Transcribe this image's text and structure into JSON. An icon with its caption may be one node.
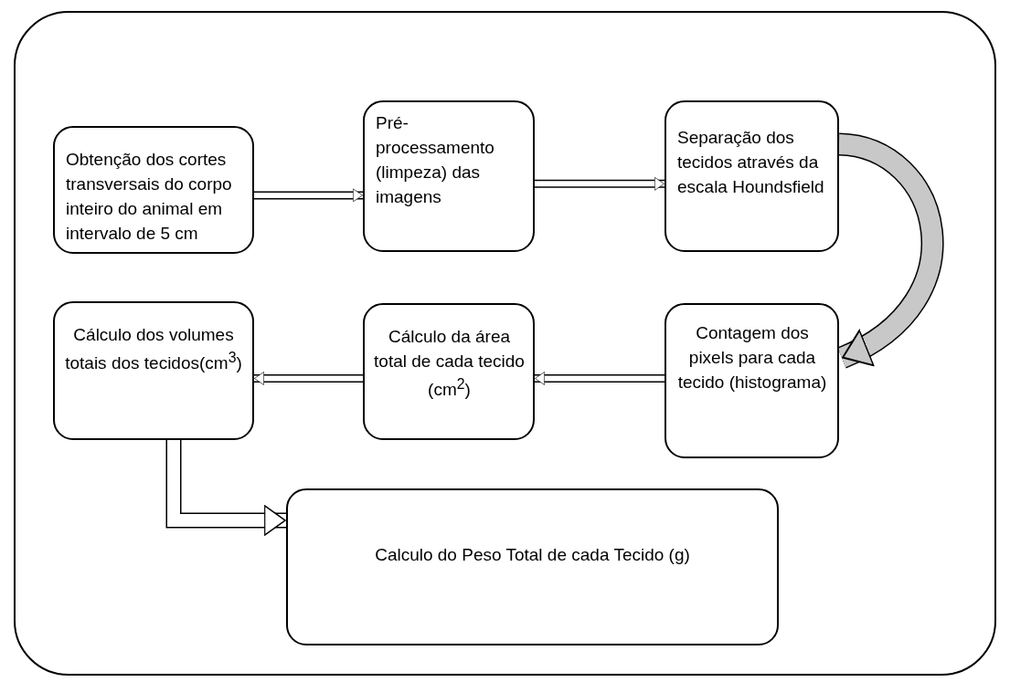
{
  "diagram": {
    "nodes": [
      {
        "text": [],
        "shape": "box"
      },
      {
        "text": [
          "Obtenção dos cortes transversais do corpo inteiro do animal em intervalo de 5 cm"
        ],
        "in": 0
      },
      {
        "text": [
          "Pré-processamento (limpeza) das imagens"
        ],
        "in": 0
      },
      {
        "text": [
          "Separação dos tecidos através da escala Houndsfield"
        ],
        "in": 0
      },
      {
        "text": [
          "Contagem dos pixels para cada tecido (histograma)"
        ],
        "in": 0
      },
      {
        "text": [
          "Cálculo da área total de cada tecido (cm$^{2}$)"
        ],
        "in": 0
      },
      {
        "text": [
          "Cálculo dos volumes totais dos tecidos(cm$^{3}$)"
        ],
        "in": 0
      },
      {
        "text": [
          "Calculo do Peso Total de cada Tecido (g)"
        ],
        "in": 0
      }
    ],
    "edges": [
      {
        "from": 1,
        "to": 2,
        "arrow": "to"
      },
      {
        "from": 2,
        "to": 3,
        "arrow": "to"
      },
      {
        "from": 3,
        "to": 4,
        "arrow": "to",
        "style": "thick",
        "color": "#c8c8c8"
      },
      {
        "from": 4,
        "to": 5,
        "arrow": "to"
      },
      {
        "from": 5,
        "to": 6,
        "arrow": "to"
      },
      {
        "from": 6,
        "to": 7,
        "arrow": "to",
        "style": "thick"
      }
    ]
  }
}
